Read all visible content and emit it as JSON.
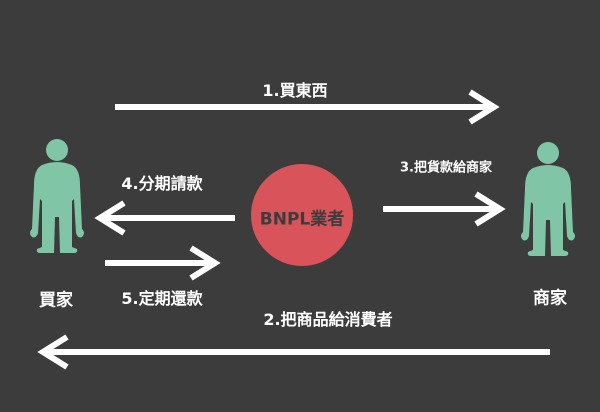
{
  "colors": {
    "background": "#3c3c3c",
    "person": "#80c6a6",
    "circle": "#d9545a",
    "arrow": "#ffffff"
  },
  "steps": {
    "s1": "1.買東西",
    "s2": "2.把商品給消費者",
    "s3": "3.把貨款給商家",
    "s4": "4.分期請款",
    "s5": "5.定期還款"
  },
  "actors": {
    "buyer": "買家",
    "seller": "商家",
    "bnpl": "BNPL業者"
  }
}
